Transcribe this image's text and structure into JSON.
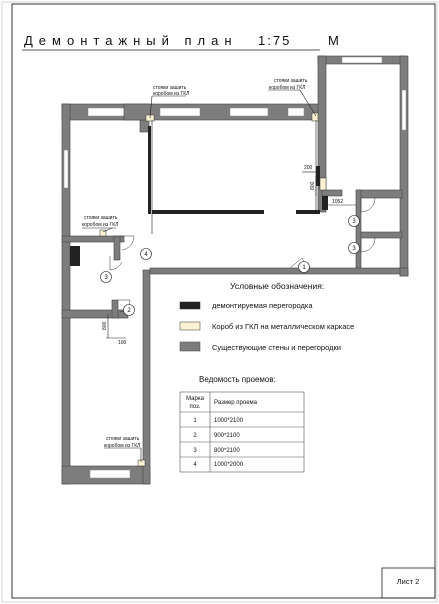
{
  "title": "Демонтажный план",
  "scale": "1:75",
  "title_suffix": "М",
  "callouts": {
    "top_center": [
      "стояки зашить",
      "коробом из ГКЛ"
    ],
    "top_right": [
      "стояки зашить",
      "коробом из ГКЛ"
    ],
    "left_mid": [
      "стояки зашить",
      "коробом из ГКЛ"
    ],
    "bottom_left": [
      "стояки зашить",
      "коробом из ГКЛ"
    ]
  },
  "dimensions": {
    "d200": "200",
    "d800a": "800",
    "d1052": "1052",
    "d800b": "800",
    "d100": "100"
  },
  "door_marks": [
    "1",
    "2",
    "3",
    "4"
  ],
  "legend": {
    "title": "Условные обозначения:",
    "items": [
      {
        "label": "демонтируемая перегородка",
        "color": "#222222"
      },
      {
        "label": "Короб из ГКЛ на металлическом каркасе",
        "color": "#fbf3d2"
      },
      {
        "label": "Существующие стены и перегородки",
        "color": "#7d7d7d"
      }
    ]
  },
  "openings": {
    "title": "Ведомость проемов:",
    "headers": [
      "Марка поз.",
      "Размер проема"
    ],
    "rows": [
      {
        "mark": "1",
        "size": "1000*2100"
      },
      {
        "mark": "2",
        "size": "900*2100"
      },
      {
        "mark": "3",
        "size": "800*2100"
      },
      {
        "mark": "4",
        "size": "1000*2000"
      }
    ]
  },
  "sheet_label": "Лист 2"
}
